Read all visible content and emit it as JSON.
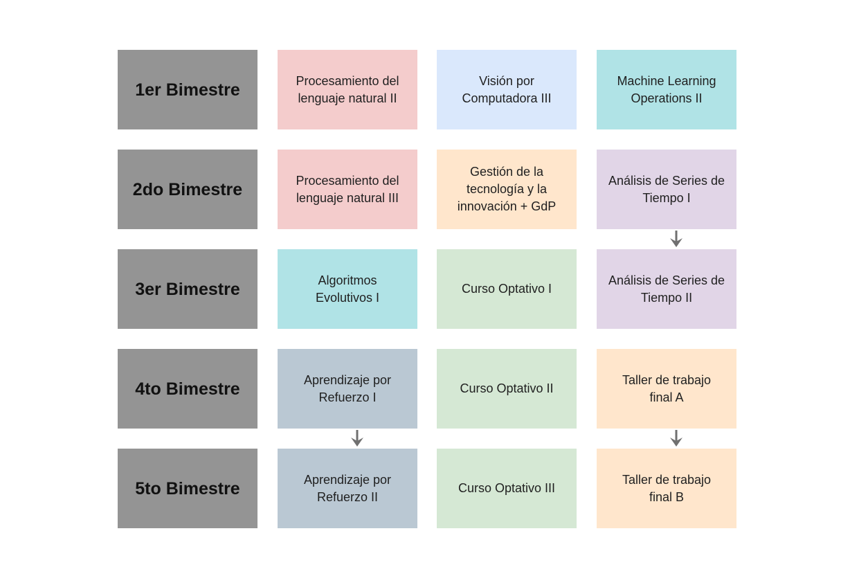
{
  "colors": {
    "label": "#949494",
    "red": "#f4cccc",
    "blue": "#dae8fc",
    "teal": "#b0e3e6",
    "orange": "#ffe6cc",
    "purple": "#e1d5e7",
    "green": "#d5e8d4",
    "slate": "#bac8d3",
    "arrow": "#707070"
  },
  "rows": [
    {
      "label": "1er Bimestre",
      "courses": [
        {
          "lines": [
            "Procesamiento del",
            "lenguaje natural II"
          ],
          "color": "red"
        },
        {
          "lines": [
            "Visión por",
            "Computadora III"
          ],
          "color": "blue"
        },
        {
          "lines": [
            "Machine Learning",
            "Operations II"
          ],
          "color": "teal"
        }
      ]
    },
    {
      "label": "2do Bimestre",
      "courses": [
        {
          "lines": [
            "Procesamiento del",
            "lenguaje natural III"
          ],
          "color": "red"
        },
        {
          "lines": [
            "Gestión de la",
            "tecnología y la",
            "innovación + GdP"
          ],
          "color": "orange"
        },
        {
          "lines": [
            "Análisis de Series de",
            "Tiempo I"
          ],
          "color": "purple"
        }
      ]
    },
    {
      "label": "3er Bimestre",
      "courses": [
        {
          "lines": [
            "Algoritmos",
            "Evolutivos I"
          ],
          "color": "teal"
        },
        {
          "lines": [
            "Curso Optativo I"
          ],
          "color": "green"
        },
        {
          "lines": [
            "Análisis de Series de",
            "Tiempo II"
          ],
          "color": "purple"
        }
      ]
    },
    {
      "label": "4to Bimestre",
      "courses": [
        {
          "lines": [
            "Aprendizaje por",
            "Refuerzo I"
          ],
          "color": "slate"
        },
        {
          "lines": [
            "Curso Optativo II"
          ],
          "color": "green"
        },
        {
          "lines": [
            "Taller de trabajo",
            "final A"
          ],
          "color": "orange"
        }
      ]
    },
    {
      "label": "5to Bimestre",
      "courses": [
        {
          "lines": [
            "Aprendizaje por",
            "Refuerzo II"
          ],
          "color": "slate"
        },
        {
          "lines": [
            "Curso Optativo III"
          ],
          "color": "green"
        },
        {
          "lines": [
            "Taller de trabajo",
            "final B"
          ],
          "color": "orange"
        }
      ]
    }
  ],
  "arrows": [
    {
      "from_row": 1,
      "to_row": 2,
      "column": 3
    },
    {
      "from_row": 3,
      "to_row": 4,
      "column": 1
    },
    {
      "from_row": 3,
      "to_row": 4,
      "column": 3
    }
  ]
}
